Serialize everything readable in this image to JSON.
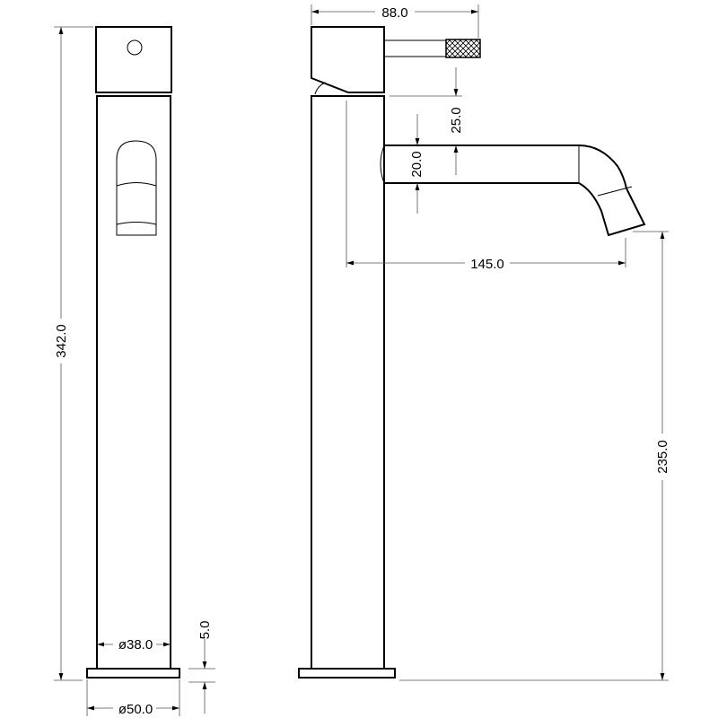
{
  "drawing": {
    "ink_color": "#000000",
    "background": "#ffffff",
    "dimensions": {
      "overall_height": "342.0",
      "body_diameter": "ø38.0",
      "base_diameter": "ø50.0",
      "base_thickness": "5.0",
      "reach_top": "88.0",
      "handle_to_spout": "25.0",
      "spout_diameter": "20.0",
      "spout_reach": "145.0",
      "spout_height": "235.0"
    }
  }
}
